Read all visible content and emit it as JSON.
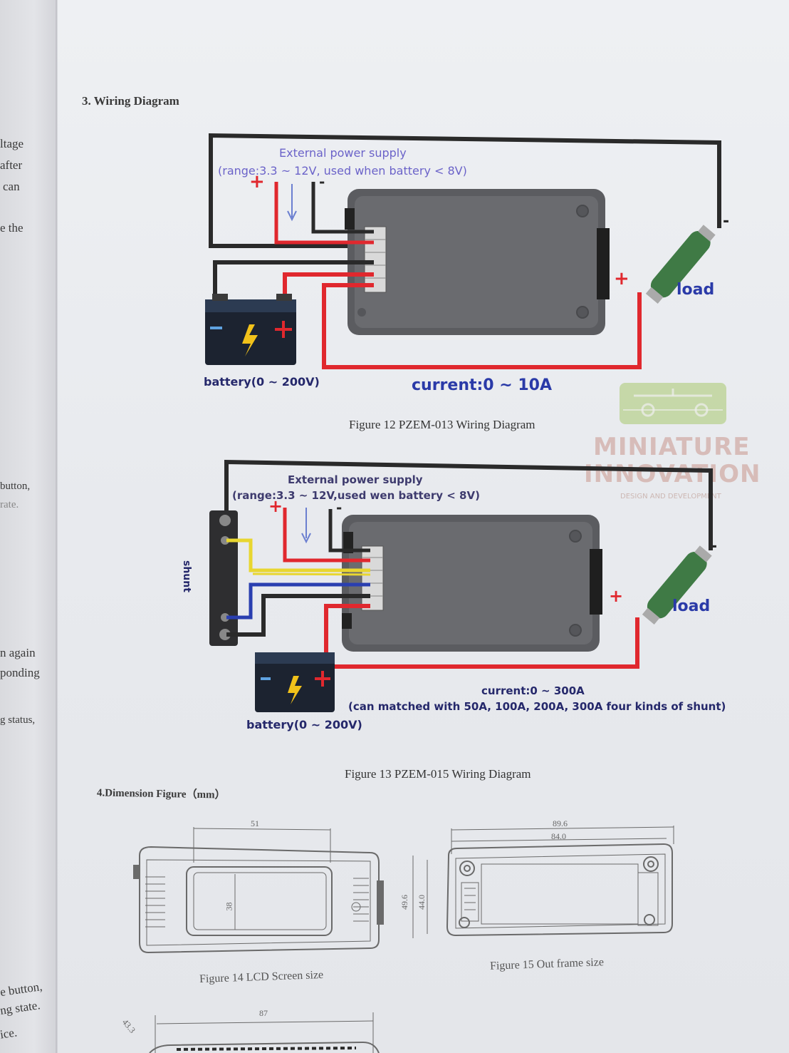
{
  "left_page_fragments": [
    "ltage",
    "after",
    "can",
    "e the",
    "button,",
    "rate.",
    "n again",
    "ponding",
    "g status,",
    "e button,",
    "ng state.",
    "ice."
  ],
  "section_wiring": "3. Wiring Diagram",
  "figure12": {
    "ext_supply_title": "External power supply",
    "ext_supply_range": "(range:3.3 ~ 12V,  used when battery < 8V)",
    "plus": "+",
    "minus": "-",
    "load_label": "load",
    "battery_label": "battery(0 ~ 200V)",
    "current_label": "current:0 ~ 10A",
    "caption": "Figure 12    PZEM-013 Wiring Diagram"
  },
  "figure13": {
    "ext_supply_title": "External power supply",
    "ext_supply_range": "(range:3.3 ~ 12V,used wen battery < 8V)",
    "plus": "+",
    "minus": "-",
    "shunt_label": "shunt",
    "load_label": "load",
    "battery_label": "battery(0 ~ 200V)",
    "current_label": "current:0 ~ 300A",
    "shunt_note": "(can matched with 50A, 100A, 200A, 300A four kinds of shunt)",
    "caption": "Figure 13 PZEM-015 Wiring Diagram"
  },
  "section_dimension": "4.Dimension Figure（mm）",
  "figure14": {
    "dim_width": "51",
    "dim_height": "38",
    "caption": "Figure 14 LCD Screen size"
  },
  "figure15": {
    "dim_outer": "89.6",
    "dim_inner": "84.0",
    "dim_h1": "49.6",
    "dim_h2": "44.0",
    "caption": "Figure 15 Out frame size"
  },
  "figure16": {
    "dim_width": "87",
    "dim_side": "43.3"
  },
  "watermark": {
    "line1": "MINIATURE",
    "line2": "INNOVATION",
    "line3": "DESIGN AND DEVELOPMENT"
  },
  "colors": {
    "wire_red": "#e0282e",
    "wire_black": "#2a2a2a",
    "wire_yellow": "#e8d630",
    "wire_blue": "#2a3fb0",
    "label_purple": "#6b63c9",
    "label_navy": "#25286b",
    "load_green": "#3f7a45",
    "watermark_green": "#a8c96e"
  }
}
